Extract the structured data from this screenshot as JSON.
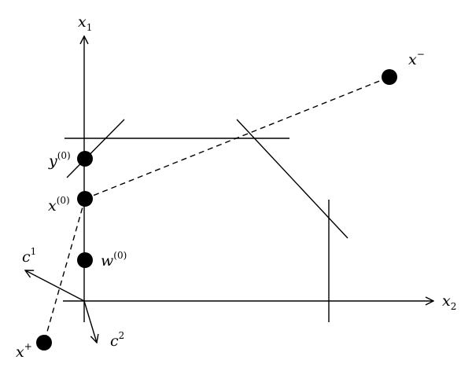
{
  "axes": {
    "vertical": {
      "symbol": "x",
      "subscript": "1"
    },
    "horizontal": {
      "symbol": "x",
      "subscript": "2"
    }
  },
  "points": {
    "y0": {
      "symbol": "y",
      "superscript": "(0)"
    },
    "x0": {
      "symbol": "x",
      "superscript": "(0)"
    },
    "w0": {
      "symbol": "w",
      "superscript": "(0)"
    },
    "x_minus": {
      "symbol": "x",
      "superscript": "−"
    },
    "x_plus": {
      "symbol": "x",
      "superscript": "+"
    }
  },
  "vectors": {
    "c1": {
      "symbol": "c",
      "superscript": "1"
    },
    "c2": {
      "symbol": "c",
      "superscript": "2"
    }
  },
  "colors": {
    "ink": "#000000",
    "background": "#ffffff"
  }
}
